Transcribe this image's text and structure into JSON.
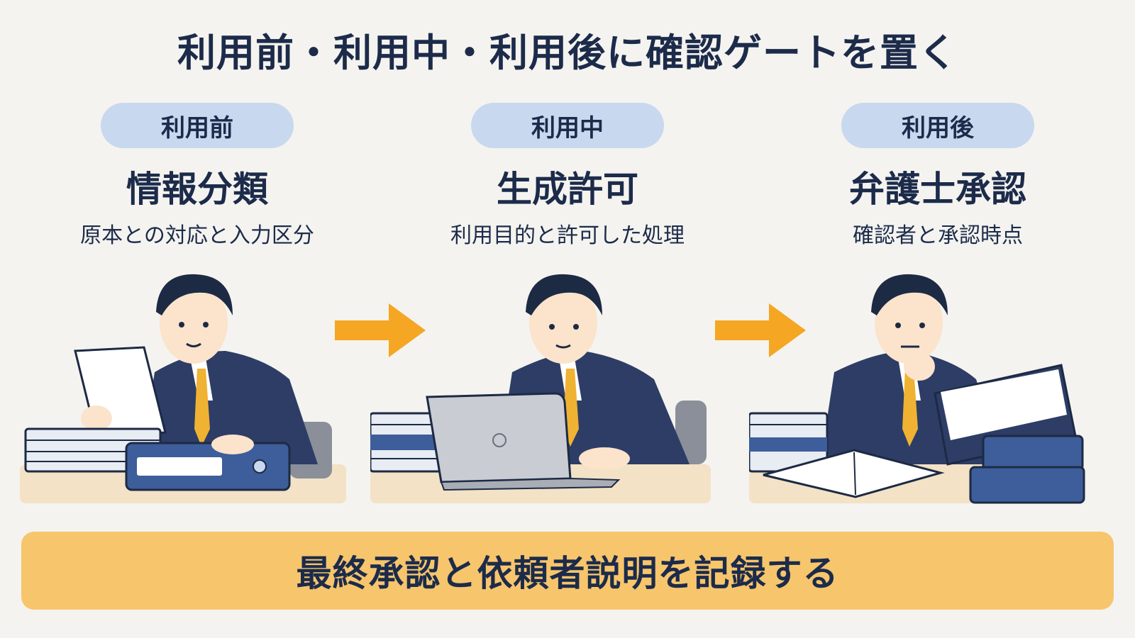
{
  "title": "利用前・利用中・利用後に確認ゲートを置く",
  "stages": [
    {
      "label": "利用前",
      "heading": "情報分類",
      "sub": "原本との対応と入力区分"
    },
    {
      "label": "利用中",
      "heading": "生成許可",
      "sub": "利用目的と許可した処理"
    },
    {
      "label": "利用後",
      "heading": "弁護士承認",
      "sub": "確認者と承認時点"
    }
  ],
  "banner": "最終承認と依頼者説明を記録する",
  "colors": {
    "pill": "#c8d8ef",
    "arrow": "#f5a623",
    "banner": "#f7c56c",
    "navy": "#1c2b4a",
    "desk": "#f3e2c6",
    "suit": "#2d3d66",
    "tie": "#f0b232",
    "binder": "#3d5d9b"
  },
  "icons": [
    "arrow-right-icon",
    "arrow-right-icon"
  ]
}
